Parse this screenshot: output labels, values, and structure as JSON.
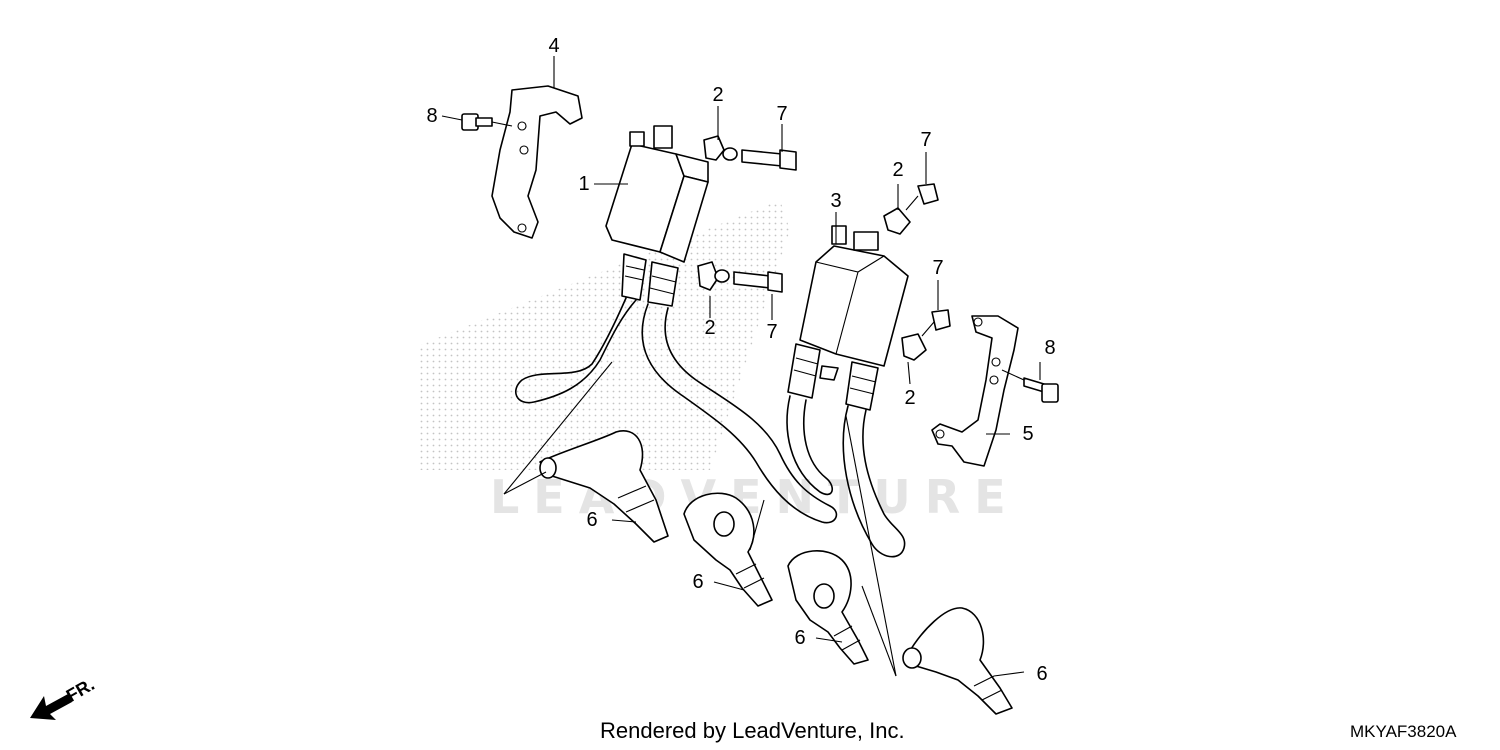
{
  "diagram": {
    "callouts": [
      "1",
      "2",
      "2",
      "2",
      "2",
      "3",
      "4",
      "5",
      "6",
      "6",
      "6",
      "6",
      "7",
      "7",
      "7",
      "7",
      "8",
      "8"
    ],
    "footer": "Rendered by LeadVenture, Inc.",
    "diagram_code": "MKYAF3820A",
    "direction_label": "FR.",
    "watermark": "LEADVENTURE"
  }
}
